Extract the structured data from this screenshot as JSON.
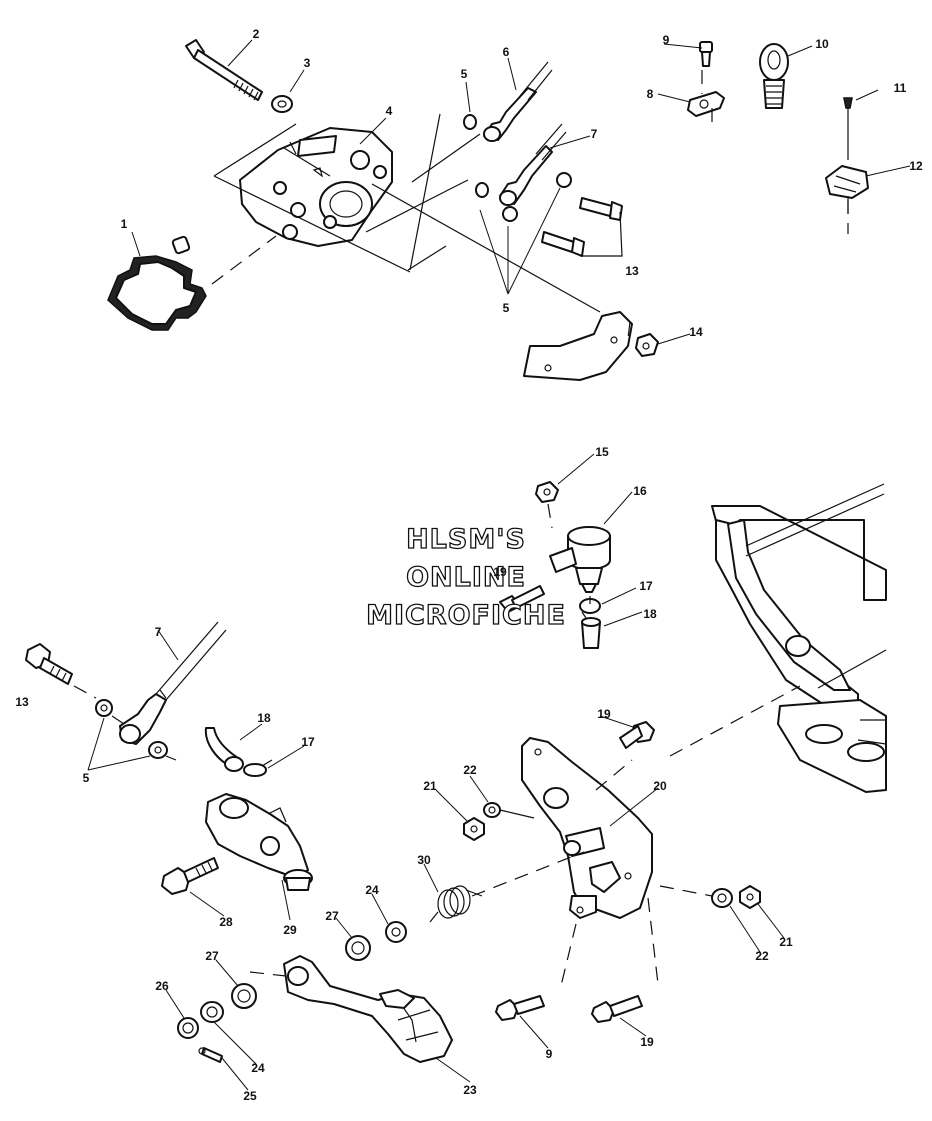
{
  "watermark": {
    "line1": "HLSM'S",
    "line2": "ONLINE",
    "line3": "MICROFICHE"
  },
  "callouts": {
    "c1": "1",
    "c2": "2",
    "c3": "3",
    "c4": "4",
    "c5a": "5",
    "c5b": "5",
    "c6": "6",
    "c7a": "7",
    "c8": "8",
    "c9a": "9",
    "c10": "10",
    "c11": "11",
    "c12": "12",
    "c13a": "13",
    "c14": "14",
    "c15": "15",
    "c16": "16",
    "c19a": "19",
    "c17a": "17",
    "c18a": "18",
    "c7b": "7",
    "c13b": "13",
    "c5c": "5",
    "c18b": "18",
    "c17b": "17",
    "c19b": "19",
    "c22a": "22",
    "c21a": "21",
    "c20": "20",
    "c30": "30",
    "c28": "28",
    "c29": "29",
    "c24a": "24",
    "c27a": "27",
    "c22b": "22",
    "c21b": "21",
    "c27b": "27",
    "c26": "26",
    "c24b": "24",
    "c25": "25",
    "c23": "23",
    "c9b": "9",
    "c19c": "19"
  },
  "colors": {
    "line": "#111111",
    "background": "#ffffff",
    "fill_dark": "#222222",
    "fill_grey": "#cfcfcf"
  }
}
